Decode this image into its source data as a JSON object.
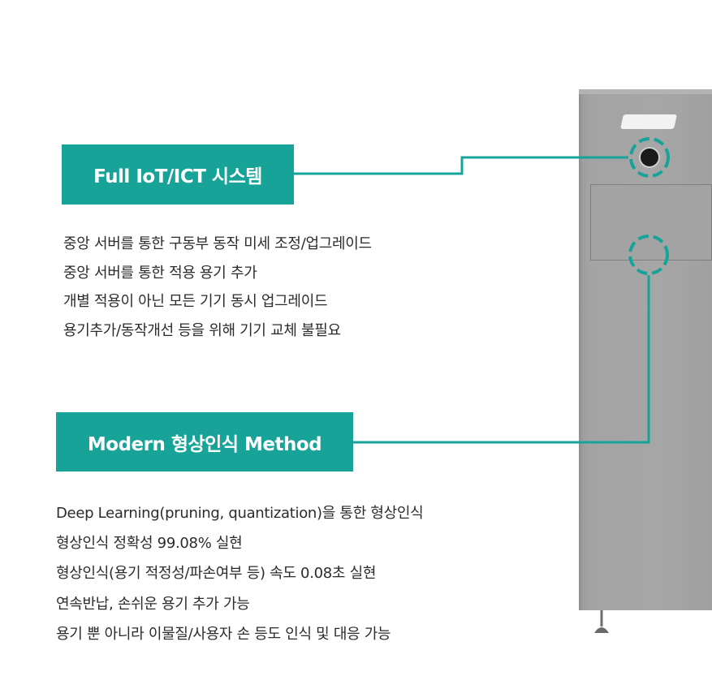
{
  "section_iot": {
    "title": "Full IoT/ICT 시스템",
    "items": [
      "중앙 서버를 통한 구동부 동작 미세 조정/업그레이드",
      "중앙 서버를 통한 적용 용기 추가",
      "개별 적용이 아닌 모든 기기 동시 업그레이드",
      "용기추가/동작개선 등을 위해 기기 교체 불필요"
    ]
  },
  "section_method": {
    "title": "Modern 형상인식 Method",
    "items": [
      "Deep Learning(pruning, quantization)을 통한 형상인식",
      "형상인식 정확성 99.08% 실현",
      "형상인식(용기 적정성/파손여부 등) 속도 0.08초 실현",
      "연속반납, 손쉬운 용기 추가 가능",
      "용기 뿐 아니라 이물질/사용자 손 등도 인식 및 대응 가능"
    ]
  },
  "colors": {
    "accent": "#17a398",
    "text": "#2b2b2b",
    "machine_gray": "#a6a6a6"
  }
}
